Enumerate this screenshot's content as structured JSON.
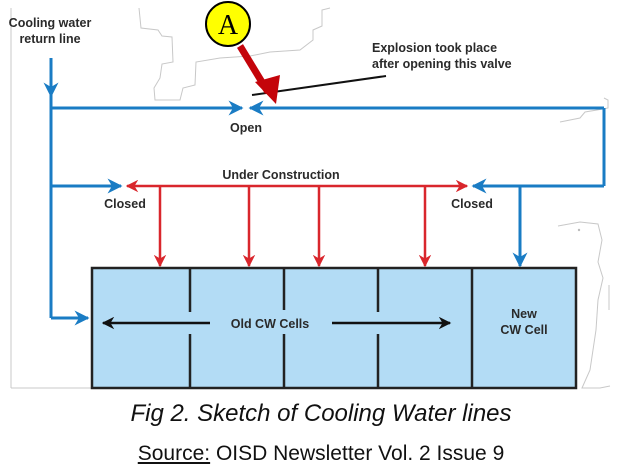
{
  "diagram": {
    "callout_marker": "A",
    "labels": {
      "return_line": [
        "Cooling water",
        "return line"
      ],
      "explosion_note": [
        "Explosion took place",
        "after opening this valve"
      ],
      "open_valve": "Open",
      "under_construction": "Under Construction",
      "closed_left": "Closed",
      "closed_right": "Closed",
      "old_cells": "Old CW Cells",
      "new_cell": [
        "New",
        "CW Cell"
      ]
    },
    "colors": {
      "water_line": "#1a7cc4",
      "construction_line": "#d9262c",
      "callout_arrow": "#c4040a",
      "callout_fill": "#ffff00",
      "cell_fill": "#b3dcf5",
      "cell_border": "#222222"
    },
    "cells": {
      "old_count": 4,
      "new_count": 1
    }
  },
  "caption": {
    "figure": "Fig 2. Sketch of Cooling Water lines",
    "source_label": "Source:",
    "source_text": " OISD Newsletter Vol. 2 Issue 9"
  }
}
